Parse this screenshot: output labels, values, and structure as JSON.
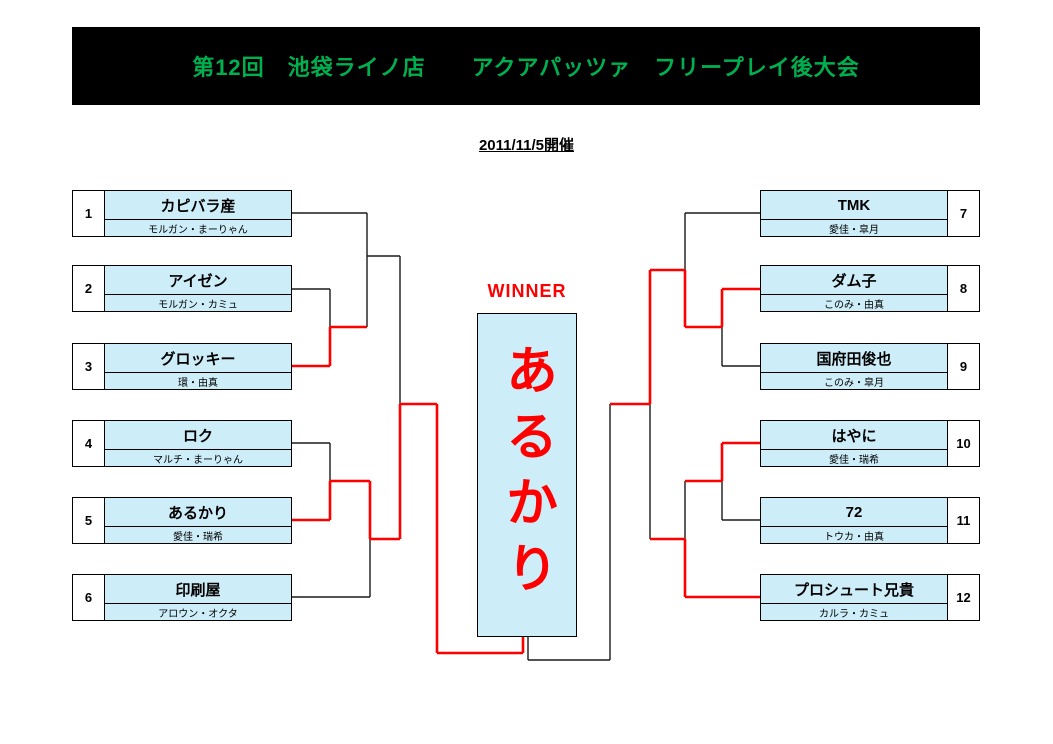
{
  "header": {
    "title": "第12回　池袋ライノ店　　アクアパッツァ　フリープレイ後大会"
  },
  "date_label": "2011/11/5開催",
  "winner": {
    "label": "WINNER",
    "name": "あるかり"
  },
  "bracket": {
    "left": [
      {
        "seed": "1",
        "name": "カピバラ産",
        "players": "モルガン・まーりゃん"
      },
      {
        "seed": "2",
        "name": "アイゼン",
        "players": "モルガン・カミュ"
      },
      {
        "seed": "3",
        "name": "グロッキー",
        "players": "環・由真"
      },
      {
        "seed": "4",
        "name": "ロク",
        "players": "マルチ・まーりゃん"
      },
      {
        "seed": "5",
        "name": "あるかり",
        "players": "愛佳・瑞希"
      },
      {
        "seed": "6",
        "name": "印刷屋",
        "players": "アロウン・オクタ"
      }
    ],
    "right": [
      {
        "seed": "7",
        "name": "TMK",
        "players": "愛佳・皐月"
      },
      {
        "seed": "8",
        "name": "ダム子",
        "players": "このみ・由真"
      },
      {
        "seed": "9",
        "name": "国府田俊也",
        "players": "このみ・皐月"
      },
      {
        "seed": "10",
        "name": "はやに",
        "players": "愛佳・瑞希"
      },
      {
        "seed": "11",
        "name": "72",
        "players": "トウカ・由真"
      },
      {
        "seed": "12",
        "name": "プロシュート兄貴",
        "players": "カルラ・カミュ"
      }
    ]
  },
  "colors": {
    "banner_bg": "#000000",
    "banner_text": "#00B050",
    "box_fill": "#CDEDF8",
    "line": "#1A1A1A",
    "winner_path": "#FF0000",
    "winner_text": "#FF0000"
  }
}
